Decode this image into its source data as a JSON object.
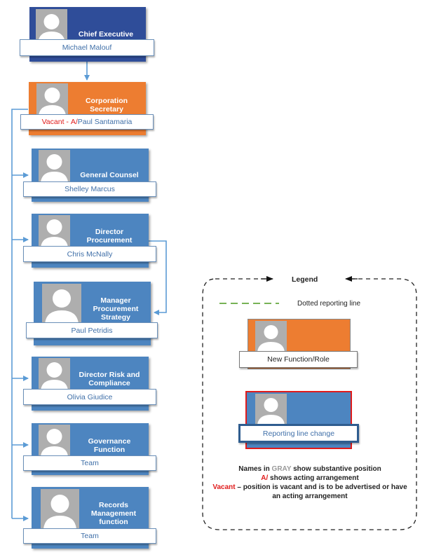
{
  "cards": {
    "chief": {
      "title": "Chief Executive",
      "name": "Michael Malouf"
    },
    "corp_sec": {
      "title_line1": "Corporation",
      "title_line2": "Secretary",
      "name_vacant": "Vacant",
      "name_sep": " - ",
      "name_acting": "A/",
      "name_rest": "Paul Santamaria"
    },
    "general_counsel": {
      "title": "General Counsel",
      "name": "Shelley Marcus"
    },
    "director_procurement": {
      "title_line1": "Director",
      "title_line2": "Procurement",
      "name": "Chris McNally"
    },
    "manager_procurement": {
      "title_line1": "Manager",
      "title_line2": "Procurement",
      "title_line3": "Strategy",
      "name": "Paul Petridis"
    },
    "director_risk": {
      "title_line1": "Director Risk and",
      "title_line2": "Compliance",
      "name": "Olivia Giudice"
    },
    "governance": {
      "title_line1": "Governance",
      "title_line2": "Function",
      "name": "Team"
    },
    "records": {
      "title_line1": "Records",
      "title_line2": "Management",
      "title_line3": "function",
      "name": "Team"
    }
  },
  "legend": {
    "title": "Legend",
    "dotted_line_label": "Dotted reporting line",
    "new_function_label": "New Function/Role",
    "reporting_change_label": "Reporting line change",
    "note1_prefix": "Names in ",
    "note1_gray": "GRAY",
    "note1_suffix": " show substantive position",
    "note2_acting": "A/",
    "note2_rest": " shows acting arrangement",
    "note3_vacant": "Vacant",
    "note3_rest": " – position is vacant and is to be advertised or have",
    "note4": "an acting arrangement"
  },
  "colors": {
    "blue": "#4d85c0",
    "dark_blue": "#2f4d99",
    "orange": "#ed7d31",
    "red": "#e01b1b",
    "dotted_green": "#77b255",
    "connector": "#5b9bd5"
  }
}
